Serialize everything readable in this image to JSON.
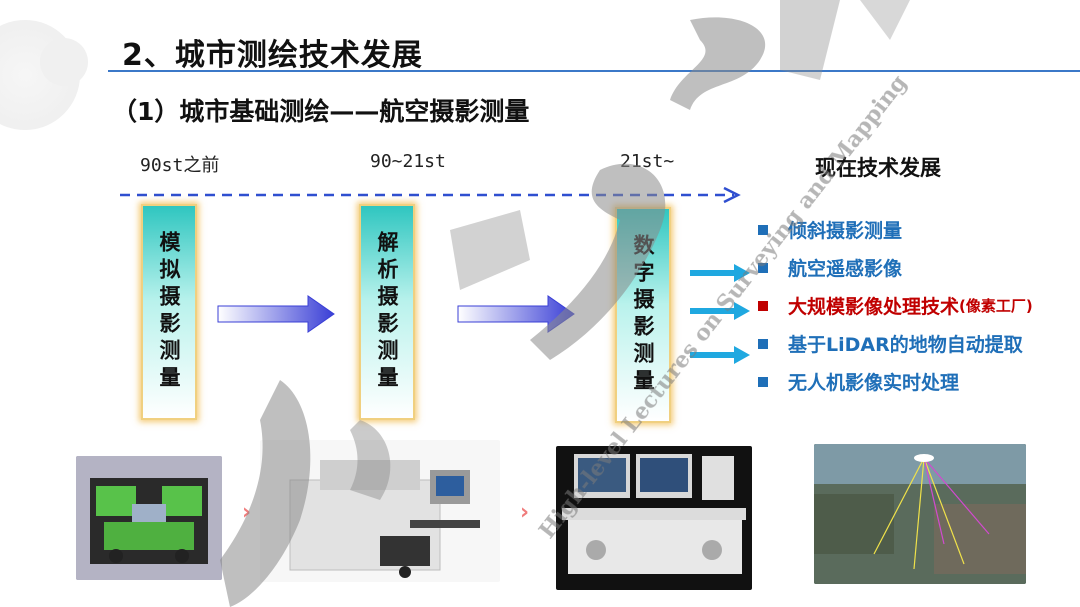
{
  "slide": {
    "title": "2、城市测绘技术发展",
    "subtitle": "（1）城市基础测绘——航空摄影测量",
    "eras": [
      "90st之前",
      "90~21st",
      "21st~"
    ],
    "stages": [
      "模拟摄影测量",
      "解析摄影测量",
      "数字摄影测量"
    ],
    "now_heading": "现在技术发展",
    "tech_items": [
      {
        "label": "倾斜摄影测量",
        "color": "#1f6fb8"
      },
      {
        "label": "航空遥感影像",
        "color": "#1f6fb8"
      },
      {
        "label": "大规模影像处理技术",
        "suffix": "(像素工厂)",
        "color": "#c00000"
      },
      {
        "label": "基于LiDAR的地物自动提取",
        "color": "#1f6fb8"
      },
      {
        "label": "无人机影像实时处理",
        "color": "#1f6fb8"
      }
    ],
    "watermark_text": "High-level Lectures on Surveying and Mapping",
    "colors": {
      "accent": "#3b78c8",
      "stage": "#2fc6c0",
      "arrow": "#3a3fd6",
      "highlight": "#c00000"
    }
  }
}
